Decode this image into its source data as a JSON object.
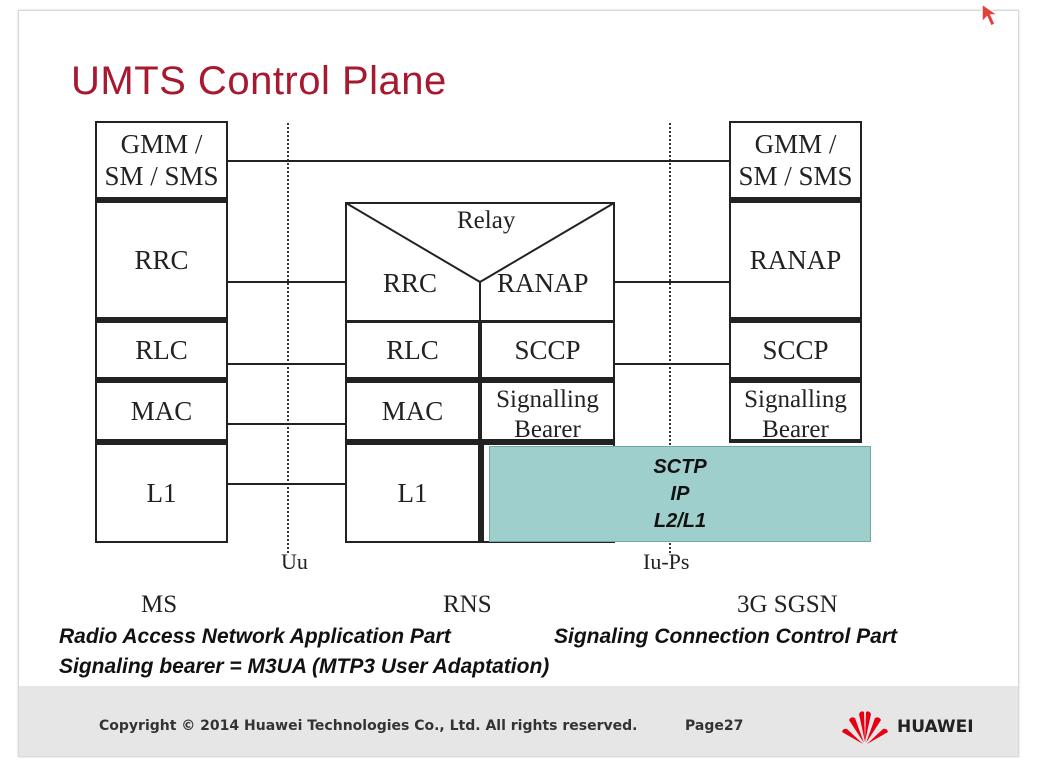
{
  "slide": {
    "title": "UMTS Control Plane",
    "ms": {
      "gmm": "GMM /\nSM / SMS",
      "rrc": "RRC",
      "rlc": "RLC",
      "mac": "MAC",
      "l1": "L1"
    },
    "rns": {
      "relay": "Relay",
      "rrc": "RRC",
      "ranap": "RANAP",
      "rlc": "RLC",
      "sccp": "SCCP",
      "mac": "MAC",
      "sig_bearer": "Signalling\nBearer",
      "l1": "L1"
    },
    "sgsn": {
      "gmm": "GMM /\nSM / SMS",
      "ranap": "RANAP",
      "sccp": "SCCP",
      "sig_bearer": "Signalling\nBearer"
    },
    "overlay": {
      "line1": "SCTP",
      "line2": "IP",
      "line3": "L2/L1"
    },
    "interfaces": {
      "uu": "Uu",
      "iups": "Iu-Ps"
    },
    "nodes": {
      "ms": "MS",
      "rns": "RNS",
      "sgsn": "3G SGSN"
    },
    "notes": {
      "ranap_def": "Radio Access Network Application Part",
      "sccp_def": "Signaling Connection Control Part",
      "bearer_def": "Signaling bearer = M3UA (MTP3 User Adaptation)"
    }
  },
  "footer": {
    "copyright": "Copyright © 2014 Huawei Technologies Co., Ltd. All rights reserved.",
    "page": "Page27",
    "brand": "HUAWEI"
  },
  "colors": {
    "title": "#a6192e",
    "overlay": "#9fcfcc",
    "footer_bg": "#e6e6e6",
    "logo": "#e60012"
  }
}
